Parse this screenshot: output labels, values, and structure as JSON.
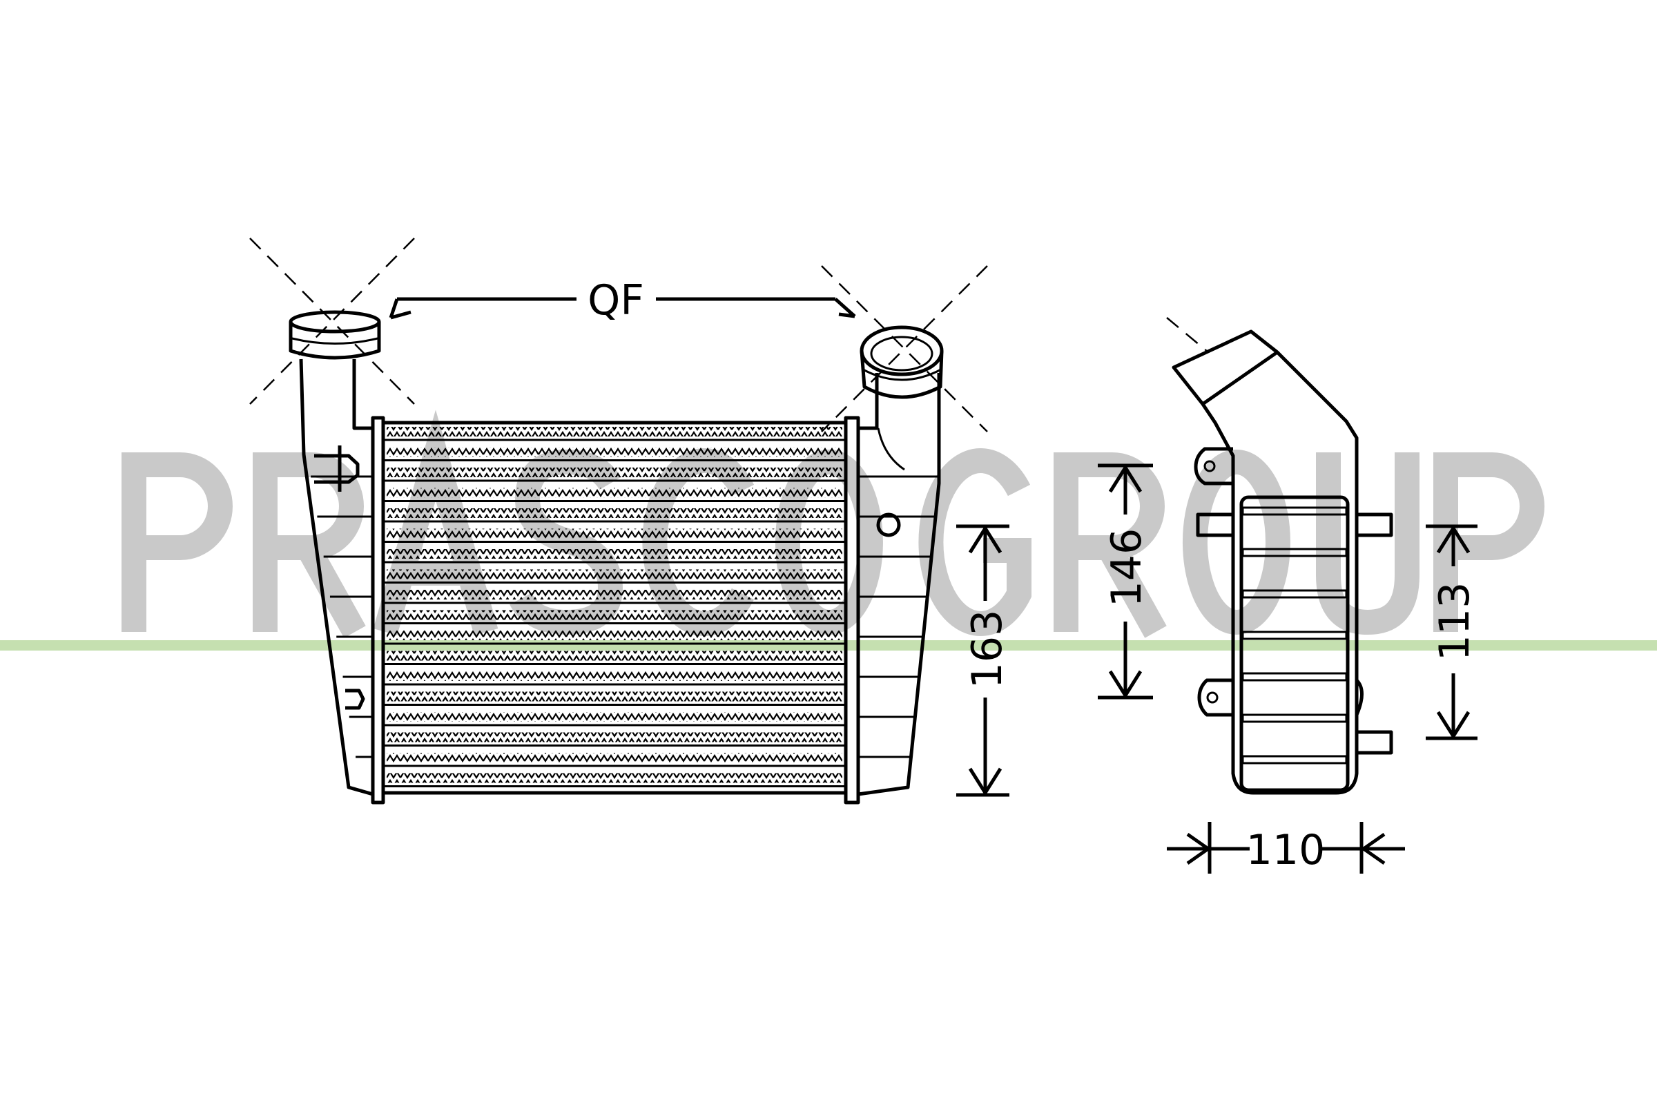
{
  "watermark": {
    "text": "PRASCO GROUP",
    "text_color": "#c9c9c9",
    "line_color": "#c5e0b0"
  },
  "dimensions": {
    "connection": "QF",
    "core_height": "163",
    "side_height_upper": "146",
    "side_height_lower": "113",
    "depth": "110"
  }
}
